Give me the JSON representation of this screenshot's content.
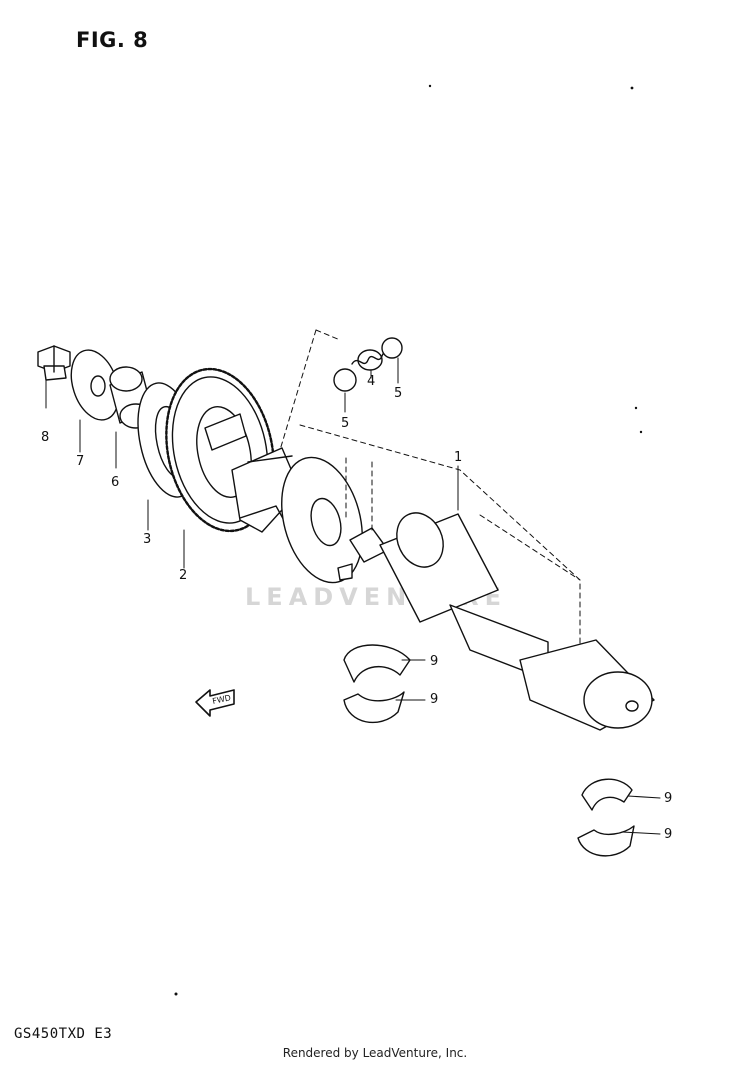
{
  "figure": {
    "title": "FIG. 8",
    "model_code": "GS450TXD E3",
    "credit": "Rendered by LeadVenture, Inc.",
    "watermark": "LEADVENTURE",
    "direction_label": "FWD"
  },
  "callouts": [
    {
      "id": "callout-1",
      "label": "1"
    },
    {
      "id": "callout-2",
      "label": "2"
    },
    {
      "id": "callout-3",
      "label": "3"
    },
    {
      "id": "callout-4",
      "label": "4"
    },
    {
      "id": "callout-5a",
      "label": "5"
    },
    {
      "id": "callout-5b",
      "label": "5"
    },
    {
      "id": "callout-6",
      "label": "6"
    },
    {
      "id": "callout-7",
      "label": "7"
    },
    {
      "id": "callout-8",
      "label": "8"
    },
    {
      "id": "callout-9a",
      "label": "9"
    },
    {
      "id": "callout-9b",
      "label": "9"
    },
    {
      "id": "callout-9c",
      "label": "9"
    },
    {
      "id": "callout-9d",
      "label": "9"
    }
  ]
}
